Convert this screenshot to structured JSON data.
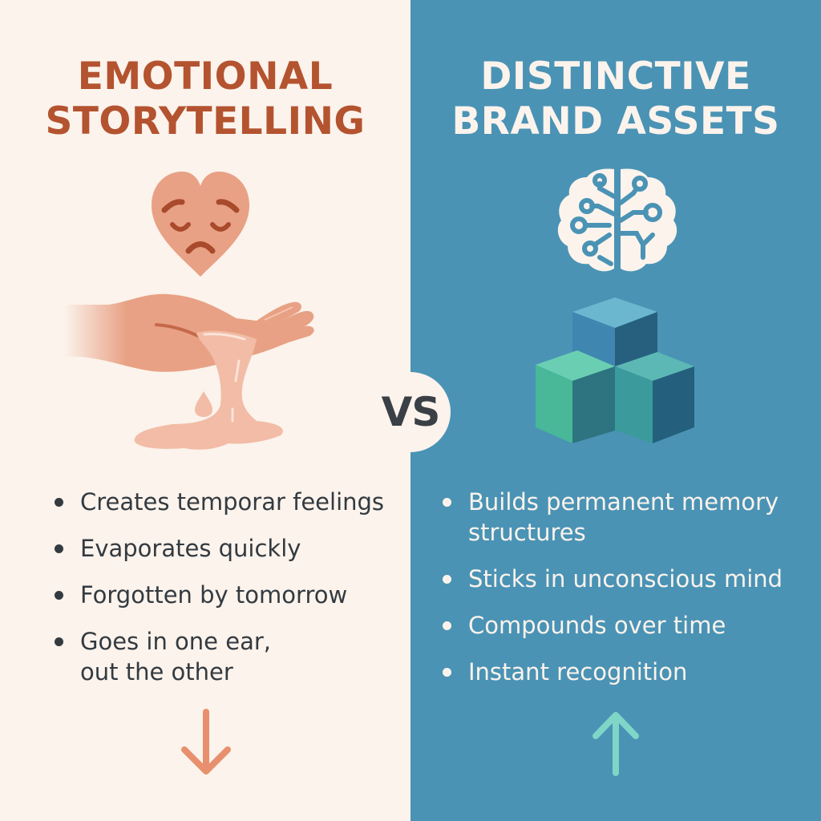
{
  "left": {
    "title_lines": [
      "EMOTIONAL",
      "STORYTELLING"
    ],
    "icons": [
      "sad-heart-icon",
      "hand-melting-icon",
      "down-arrow-icon"
    ],
    "bullets": [
      "Creates temporar feelings",
      "Evaporates quickly",
      "Forgotten by tomorrow",
      "Goes in one ear,\nout the other"
    ],
    "bullet_lines": [
      [
        "Creates temporar feelings"
      ],
      [
        "Evaporates quickly"
      ],
      [
        "Forgotten by tomorrow"
      ],
      [
        "Goes in one ear,",
        "out the other"
      ]
    ],
    "colors": {
      "background": "#FBF3EC",
      "title": "#B4532F",
      "text": "#333A40",
      "accent": "#E8967A"
    }
  },
  "right": {
    "title_lines": [
      "DISTINCTIVE",
      "BRAND ASSETS"
    ],
    "icons": [
      "circuit-brain-icon",
      "stacked-cubes-icon",
      "up-arrow-icon"
    ],
    "bullets": [
      "Builds permanent memory\nstructures",
      "Sticks in unconscious mind",
      "Compounds over time",
      "Instant recognition"
    ],
    "bullet_lines": [
      [
        "Builds permanent memory",
        "structures"
      ],
      [
        "Sticks in unconscious mind"
      ],
      [
        "Compounds over time"
      ],
      [
        "Instant recognition"
      ]
    ],
    "colors": {
      "background": "#4A93B5",
      "title": "#FBF3EC",
      "text": "#FBF3EC",
      "accent": "#7FD6C7"
    }
  },
  "versus": {
    "label": "VS",
    "icon": "vs-badge"
  }
}
